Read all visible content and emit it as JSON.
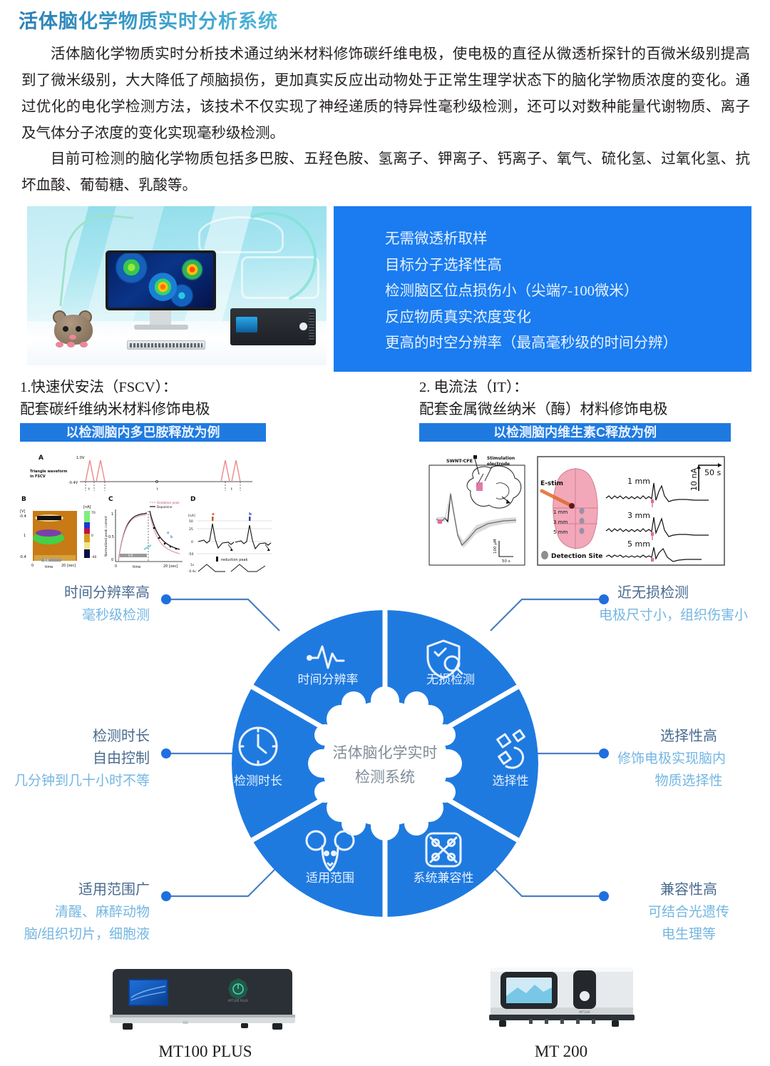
{
  "header": {
    "title": "活体脑化学物质实时分析系统",
    "title_color": "#2b7fb5"
  },
  "intro": {
    "paragraph1": "活体脑化学物质实时分析技术通过纳米材料修饰碳纤维电极，使电极的直径从微透析探针的百微米级别提高到了微米级别，大大降低了颅脑损伤，更加真实反应出动物处于正常生理学状态下的脑化学物质浓度的变化。通过优化的电化学检测方法，该技术不仅实现了神经递质的特异性毫秒级检测，还可以对数种能量代谢物质、离子及气体分子浓度的变化实现毫秒级检测。",
    "paragraph2": "目前可检测的脑化学物质包括多巴胺、五羟色胺、氢离子、钾离子、钙离子、氧气、硫化氢、过氧化氢、抗坏血酸、葡萄糖、乳酸等。"
  },
  "hero": {
    "photo_alt": "实验室活体脑化学检测场景照片",
    "feature_box_color": "#1a7cf0",
    "features": [
      "无需微透析取样",
      "目标分子选择性高",
      "检测脑区位点损伤小（尖端7-100微米）",
      "反应物质真实浓度变化",
      "更高的时空分辨率（最高毫秒级的时间分辨）"
    ]
  },
  "methods": [
    {
      "title": "1.快速伏安法（FSCV）：",
      "subtitle": "配套碳纤维纳米材料修饰电极",
      "band": "以检测脑内多巴胺释放为例",
      "figure": {
        "panels": [
          "A",
          "B",
          "C",
          "D"
        ],
        "a_label_1": "Triangle waveform",
        "a_label_2": "in FSCV",
        "a_volt_high": "1.0V",
        "a_volt_low": "-0.4V",
        "b_axis_y": "[V]",
        "b_y_top": "-0.4",
        "b_y_mid": "1",
        "b_y_bot": "-0.4",
        "b_x_left": "0",
        "b_x_right": "20 [sec]",
        "b_x_label": "time",
        "b_cbar_unit": "[nA]",
        "b_cbar_top": "70",
        "b_cbar_mid": "0",
        "b_cbar_bot": "-40",
        "c_y_label": "Normalized peak current",
        "c_y_1": "1",
        "c_y_05": "0.5",
        "c_y_0": "0",
        "c_x_left": "0",
        "c_x_right": "20 [sec]",
        "c_x_label": "time",
        "c_legend_1": "Oxidation peak",
        "c_legend_2": "Dopamine",
        "d_unit": "[nA]",
        "d_y_50": "50",
        "d_y_25": "25",
        "d_y_0": "0",
        "d_y_m50": "-50",
        "d_mark_a": "a",
        "d_mark_b": "b",
        "d_note": "reduction peak",
        "d_wave_hi": "1v",
        "d_wave_lo": "-0.4v"
      }
    },
    {
      "title": "2. 电流法（IT）：",
      "subtitle": "配套金属微丝纳米（酶）材料修饰电极",
      "band": "以检测脑内维生素C释放为例",
      "figure": {
        "left_label_electrode": "SWNT-CFE",
        "left_label_stim_1": "Stimulation",
        "left_label_stim_2": "electrode",
        "left_scale_y": "100 µM",
        "left_scale_x": "50 s",
        "right_label_estim": "E-stim",
        "right_depths": [
          "1 mm",
          "3 mm",
          "5 mm"
        ],
        "right_traces": [
          "1 mm",
          "3 mm",
          "5 mm"
        ],
        "right_scale_y": "10 nA",
        "right_scale_x": "50 s",
        "right_legend": "Detection Site"
      }
    }
  ],
  "diagram": {
    "center_line1": "活体脑化学实时",
    "center_line2": "检测系统",
    "segment_color": "#1f7ae0",
    "segments": [
      {
        "label": "时间分辨率",
        "icon": "pulse-wave-icon"
      },
      {
        "label": "无损检测",
        "icon": "shield-search-icon"
      },
      {
        "label": "选择性",
        "icon": "molecule-select-icon"
      },
      {
        "label": "系统兼容性",
        "icon": "compatibility-frame-icon"
      },
      {
        "label": "适用范围",
        "icon": "mouse-head-icon"
      },
      {
        "label": "检测时长",
        "icon": "clock-icon"
      }
    ],
    "callouts": [
      {
        "side": "left",
        "heading": "时间分辨率高",
        "lines": [
          "毫秒级检测"
        ]
      },
      {
        "side": "left",
        "heading": "检测时长",
        "lines": [
          "自由控制",
          "几分钟到几十小时不等"
        ]
      },
      {
        "side": "left",
        "heading": "适用范围广",
        "lines": [
          "清醒、麻醉动物",
          "脑/组织切片，细胞液"
        ]
      },
      {
        "side": "right",
        "heading": "近无损检测",
        "lines": [
          "电极尺寸小，组织伤害小"
        ]
      },
      {
        "side": "right",
        "heading": "选择性高",
        "lines": [
          "修饰电极实现脑内",
          "物质选择性"
        ]
      },
      {
        "side": "right",
        "heading": "兼容性高",
        "lines": [
          "可结合光遗传",
          "电生理等"
        ]
      }
    ]
  },
  "products": [
    {
      "caption": "MT100 PLUS",
      "brand": "MT100 PLUS"
    },
    {
      "caption": "MT 200",
      "brand": "MT200"
    }
  ]
}
